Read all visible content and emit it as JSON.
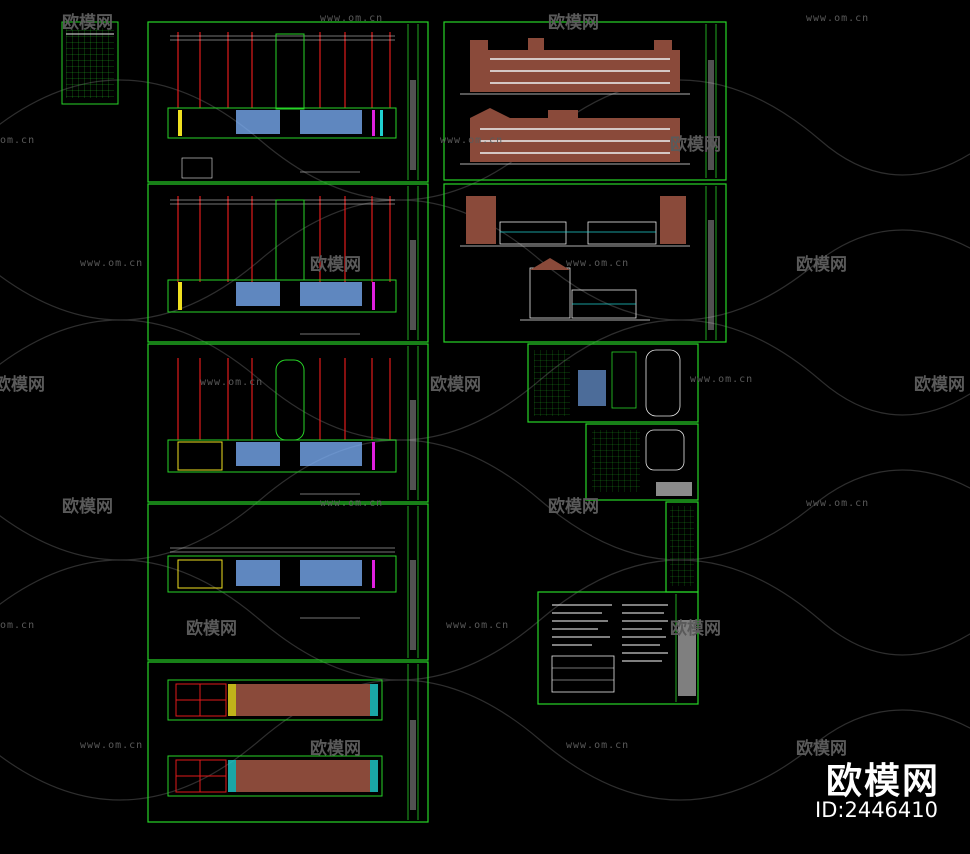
{
  "watermark": {
    "brand": "欧模网",
    "url": "www.om.cn",
    "url_short": "om.cn",
    "color": "#5a5a5a"
  },
  "brand_badge": {
    "title": "欧模网",
    "id_text": "ID:2446410",
    "color": "#ffffff"
  },
  "colors": {
    "background": "#000000",
    "frame": "#27d427",
    "red": "#e01a1a",
    "blue": "#7fb4ff",
    "cyan": "#20d0d0",
    "yellow": "#f0e020",
    "magenta": "#e020e0",
    "brick": "#8a4a3a",
    "white": "#e8e8e8"
  }
}
